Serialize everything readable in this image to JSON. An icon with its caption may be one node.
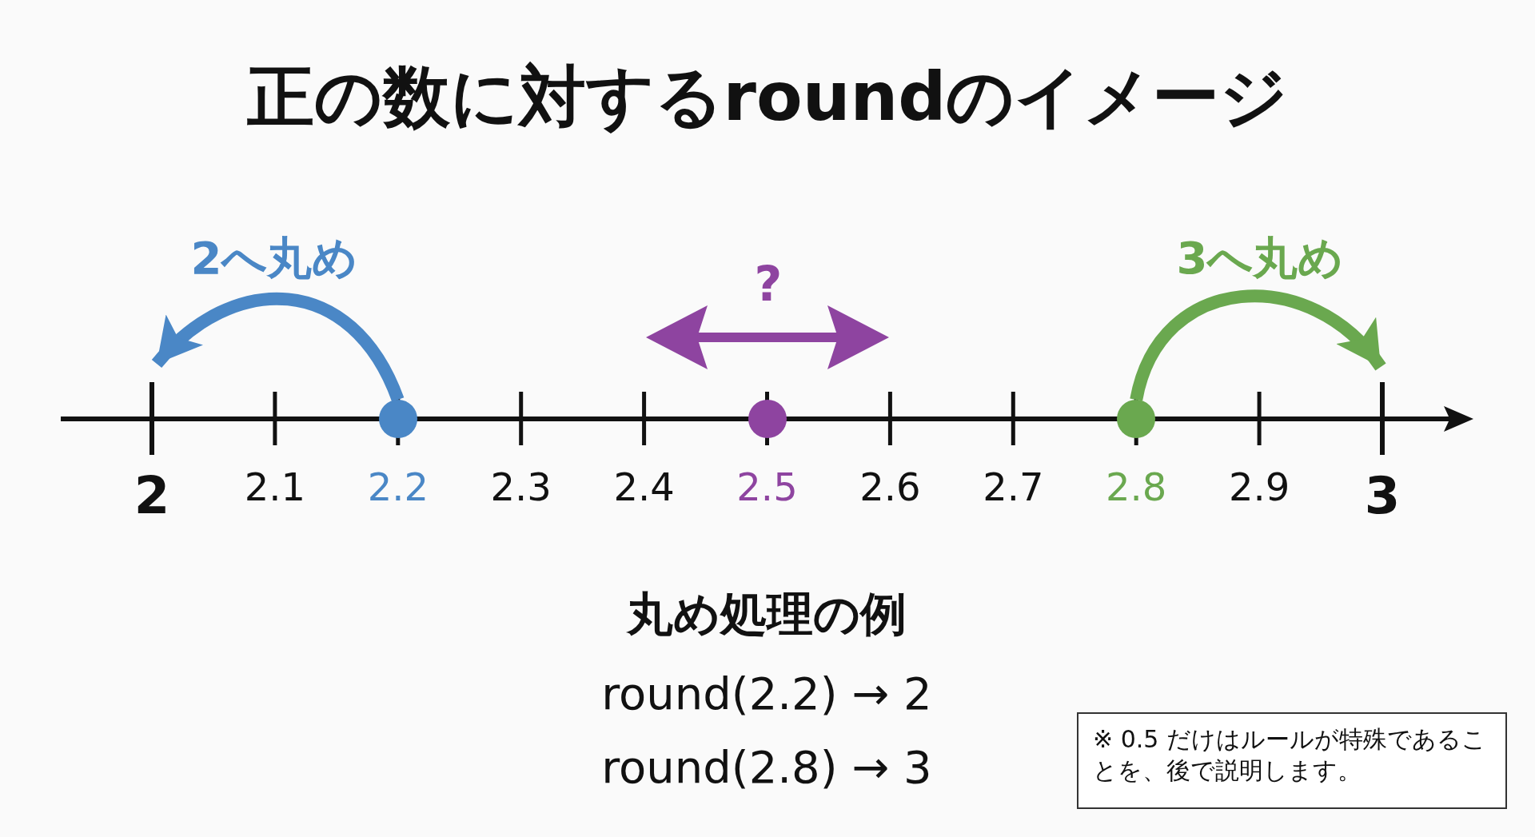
{
  "diagram": {
    "title": "正の数に対するroundのイメージ",
    "nodes": [
      {
        "text": [],
        "shape": "circle"
      },
      {
        "text": [],
        "shape": "circle"
      },
      {
        "text": [],
        "shape": "circle"
      },
      {
        "text": [
          "※ 0.5 だけはルールが特殊であることを、後で説明します。"
        ]
      }
    ],
    "edges": [
      {
        "from": 0,
        "to": null,
        "arrow": "to",
        "label": "2へ丸め",
        "color": "#4a87c6"
      },
      {
        "from": 2,
        "to": null,
        "arrow": "to",
        "label": "3へ丸め",
        "color": "#6aa84f"
      }
    ],
    "labels": [
      "?",
      "2",
      "2.1",
      "2.2",
      "2.3",
      "2.4",
      "2.5",
      "2.6",
      "2.7",
      "2.8",
      "2.9",
      "3",
      "丸め処理の例",
      "round(2.2) → 2",
      "round(2.8) → 3"
    ]
  }
}
